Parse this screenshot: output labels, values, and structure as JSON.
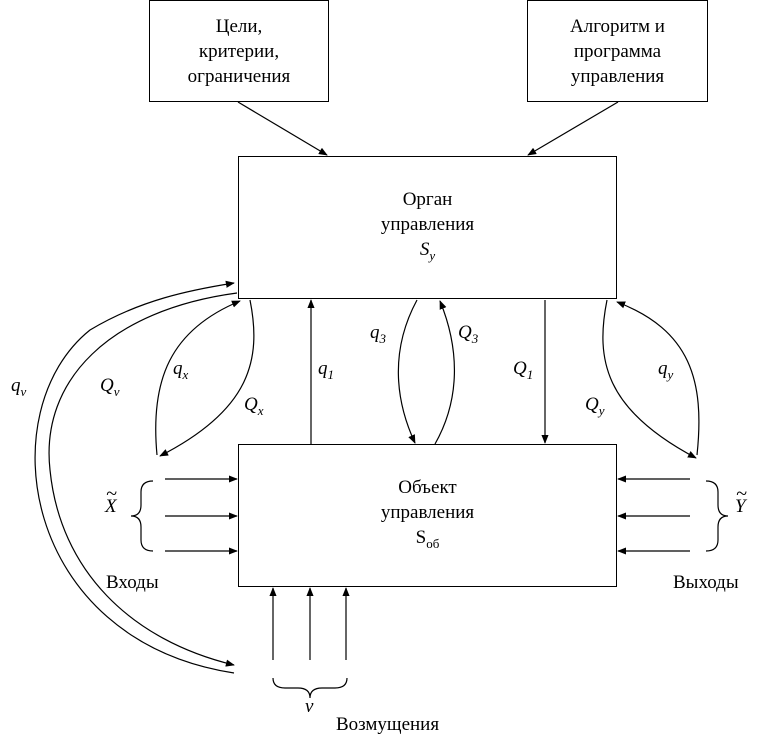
{
  "boxes": {
    "goals": [
      "Цели,",
      "критерии,",
      "ограничения"
    ],
    "algorithm": [
      "Алгоритм и",
      "программа",
      "управления"
    ],
    "control_organ": {
      "line1": "Орган",
      "line2": "управления",
      "symbol": "S",
      "sub": "у"
    },
    "control_object": {
      "line1": "Объект",
      "line2": "управления",
      "symbol": "S",
      "sub": "об"
    }
  },
  "flows": {
    "q_v": {
      "symbol": "q",
      "sub": "v"
    },
    "Q_v": {
      "symbol": "Q",
      "sub": "v"
    },
    "q_x": {
      "symbol": "q",
      "sub": "x"
    },
    "Q_x": {
      "symbol": "Q",
      "sub": "x"
    },
    "q_1": {
      "symbol": "q",
      "sub": "1"
    },
    "q_3": {
      "symbol": "q",
      "sub": "3"
    },
    "Q_3": {
      "symbol": "Q",
      "sub": "3"
    },
    "Q_1": {
      "symbol": "Q",
      "sub": "1"
    },
    "q_y": {
      "symbol": "q",
      "sub": "y"
    },
    "Q_y": {
      "symbol": "Q",
      "sub": "y"
    }
  },
  "inputs": {
    "symbol": "X",
    "label": "Входы"
  },
  "outputs": {
    "symbol": "Y",
    "label": "Выходы"
  },
  "disturbances": {
    "symbol": "v",
    "label": "Возмущения"
  }
}
